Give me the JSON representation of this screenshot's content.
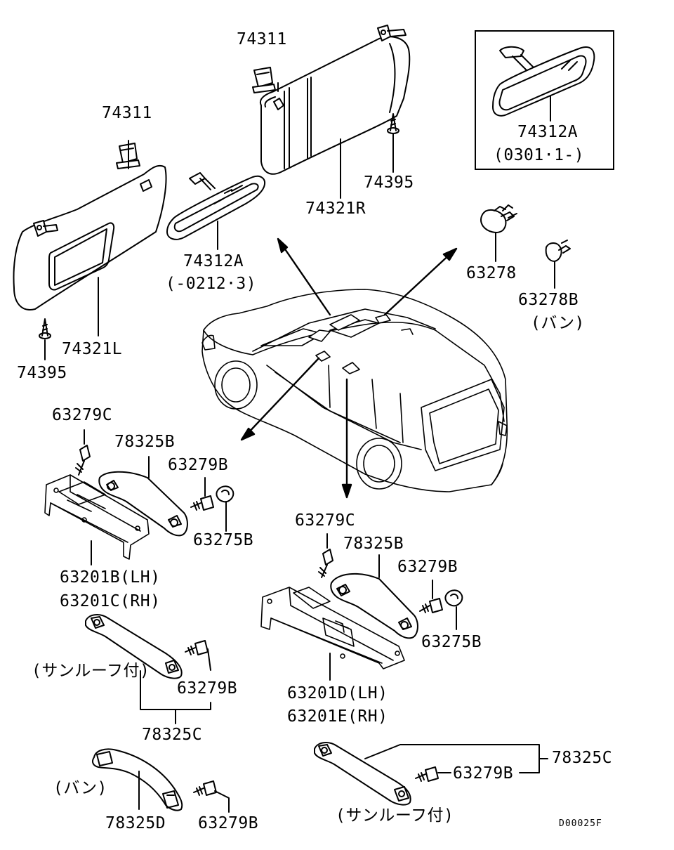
{
  "labels": {
    "visor_clip_r": "74311",
    "visor_clip_l": "74311",
    "visor_r": "74321R",
    "visor_l": "74321L",
    "screw_r": "74395",
    "screw_l": "74395",
    "mirror_a": "74312A",
    "mirror_a_note": "(-0212·3)",
    "mirror_b": "74312A",
    "mirror_b_note": "(0301·1-)",
    "plug_1": "63278",
    "plug_2": "63278B",
    "plug_2_note": "(バン)",
    "bolt_c1": "63279C",
    "handle_b1": "78325B",
    "bolt_b1": "63279B",
    "cap_b1": "63275B",
    "bracket_lh1": "63201B(LH)",
    "bracket_rh1": "63201C(RH)",
    "bolt_c2": "63279C",
    "handle_b2": "78325B",
    "bolt_b2": "63279B",
    "cap_b2": "63275B",
    "bracket_lh2": "63201D(LH)",
    "bracket_rh2": "63201E(RH)",
    "sunroof_note_1": "(サンルーフ付)",
    "bolt_b3": "63279B",
    "handle_c1": "78325C",
    "van_note": "(バン)",
    "handle_d": "78325D",
    "bolt_b4": "63279B",
    "handle_c2": "78325C",
    "bolt_b5": "63279B",
    "sunroof_note_2": "(サンルーフ付)",
    "diagram_code": "D00025F"
  }
}
